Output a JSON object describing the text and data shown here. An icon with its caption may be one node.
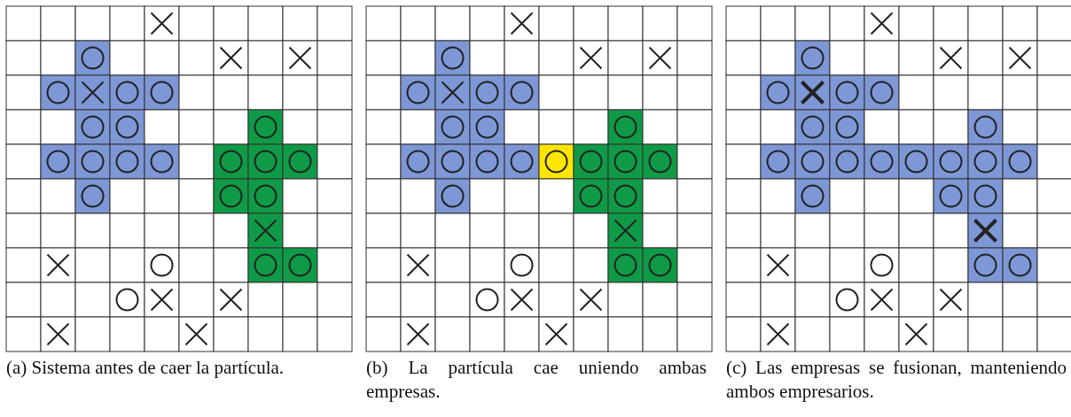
{
  "diagram": {
    "labels": [
      "(a) Sistema antes de caer la partícula.",
      "(b) La partícula cae uniendo ambas empresas.",
      "(c) Las empresas se fusionan, manteniendo ambos empresarios."
    ]
  }
}
